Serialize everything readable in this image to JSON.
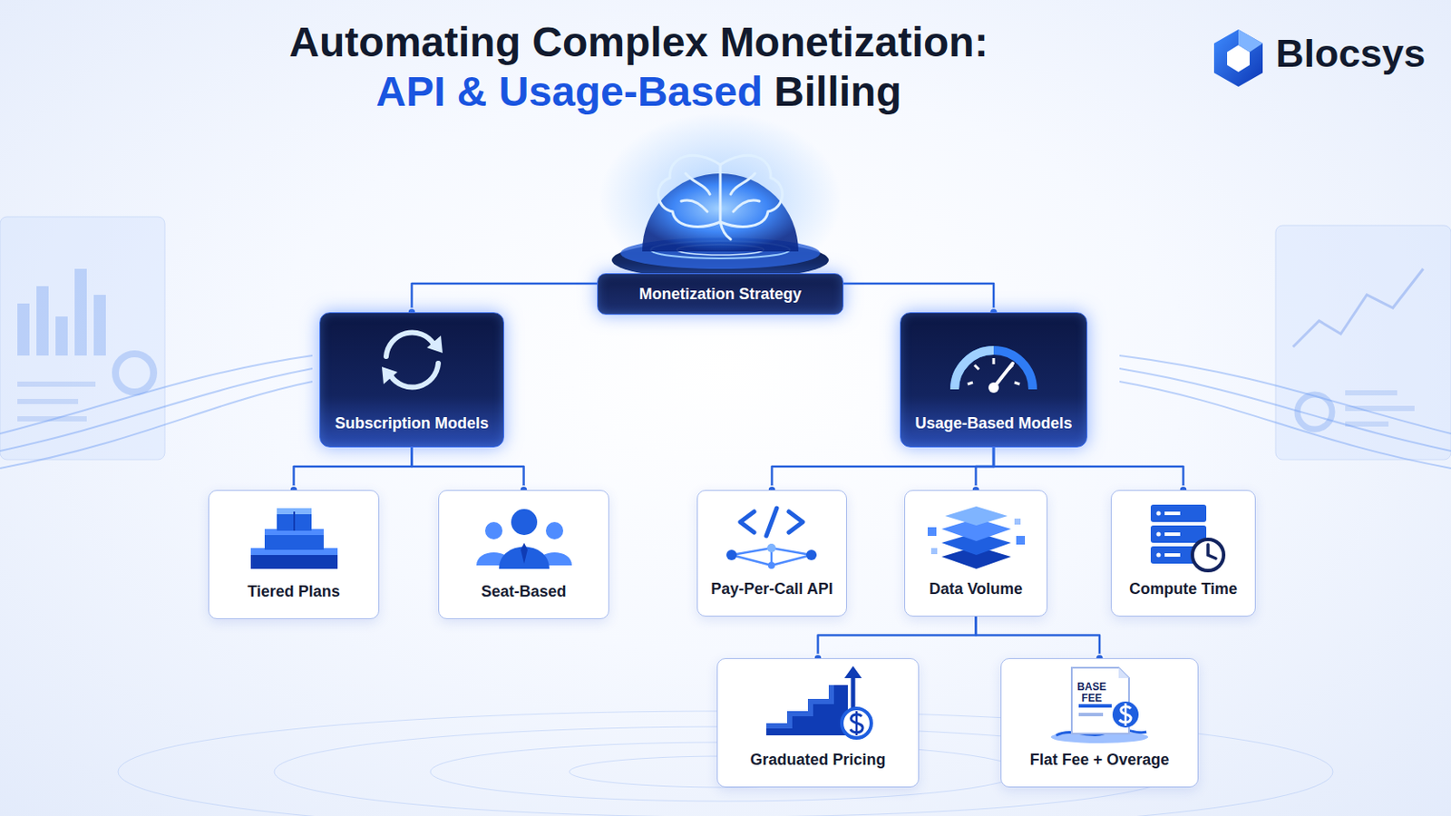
{
  "diagram": {
    "title": "Automating Complex Monetization: API & Usage-Based Billing",
    "nodes": [
      {
        "text": [
          "Monetization Strategy"
        ]
      },
      {
        "text": [
          "Subscription Models"
        ]
      },
      {
        "text": [
          "Usage-Based Models"
        ]
      },
      {
        "text": [
          "Tiered Plans"
        ]
      },
      {
        "text": [
          "Seat-Based"
        ]
      },
      {
        "text": [
          "Pay-Per-Call API"
        ]
      },
      {
        "text": [
          "Data Volume"
        ]
      },
      {
        "text": [
          "Compute Time"
        ]
      },
      {
        "text": [
          "Graduated Pricing"
        ]
      },
      {
        "text": [
          "Flat Fee + Overage"
        ]
      }
    ],
    "edges": [
      {
        "from": 0,
        "to": 1,
        "arrow": "none"
      },
      {
        "from": 0,
        "to": 2,
        "arrow": "none"
      },
      {
        "from": 1,
        "to": 3,
        "arrow": "none"
      },
      {
        "from": 1,
        "to": 4,
        "arrow": "none"
      },
      {
        "from": 2,
        "to": 5,
        "arrow": "none"
      },
      {
        "from": 2,
        "to": 6,
        "arrow": "none"
      },
      {
        "from": 2,
        "to": 7,
        "arrow": "none"
      },
      {
        "from": 6,
        "to": 8,
        "arrow": "none"
      },
      {
        "from": 6,
        "to": 9,
        "arrow": "none"
      }
    ],
    "labels": [
      "Blocsys",
      "BASE FEE"
    ]
  }
}
